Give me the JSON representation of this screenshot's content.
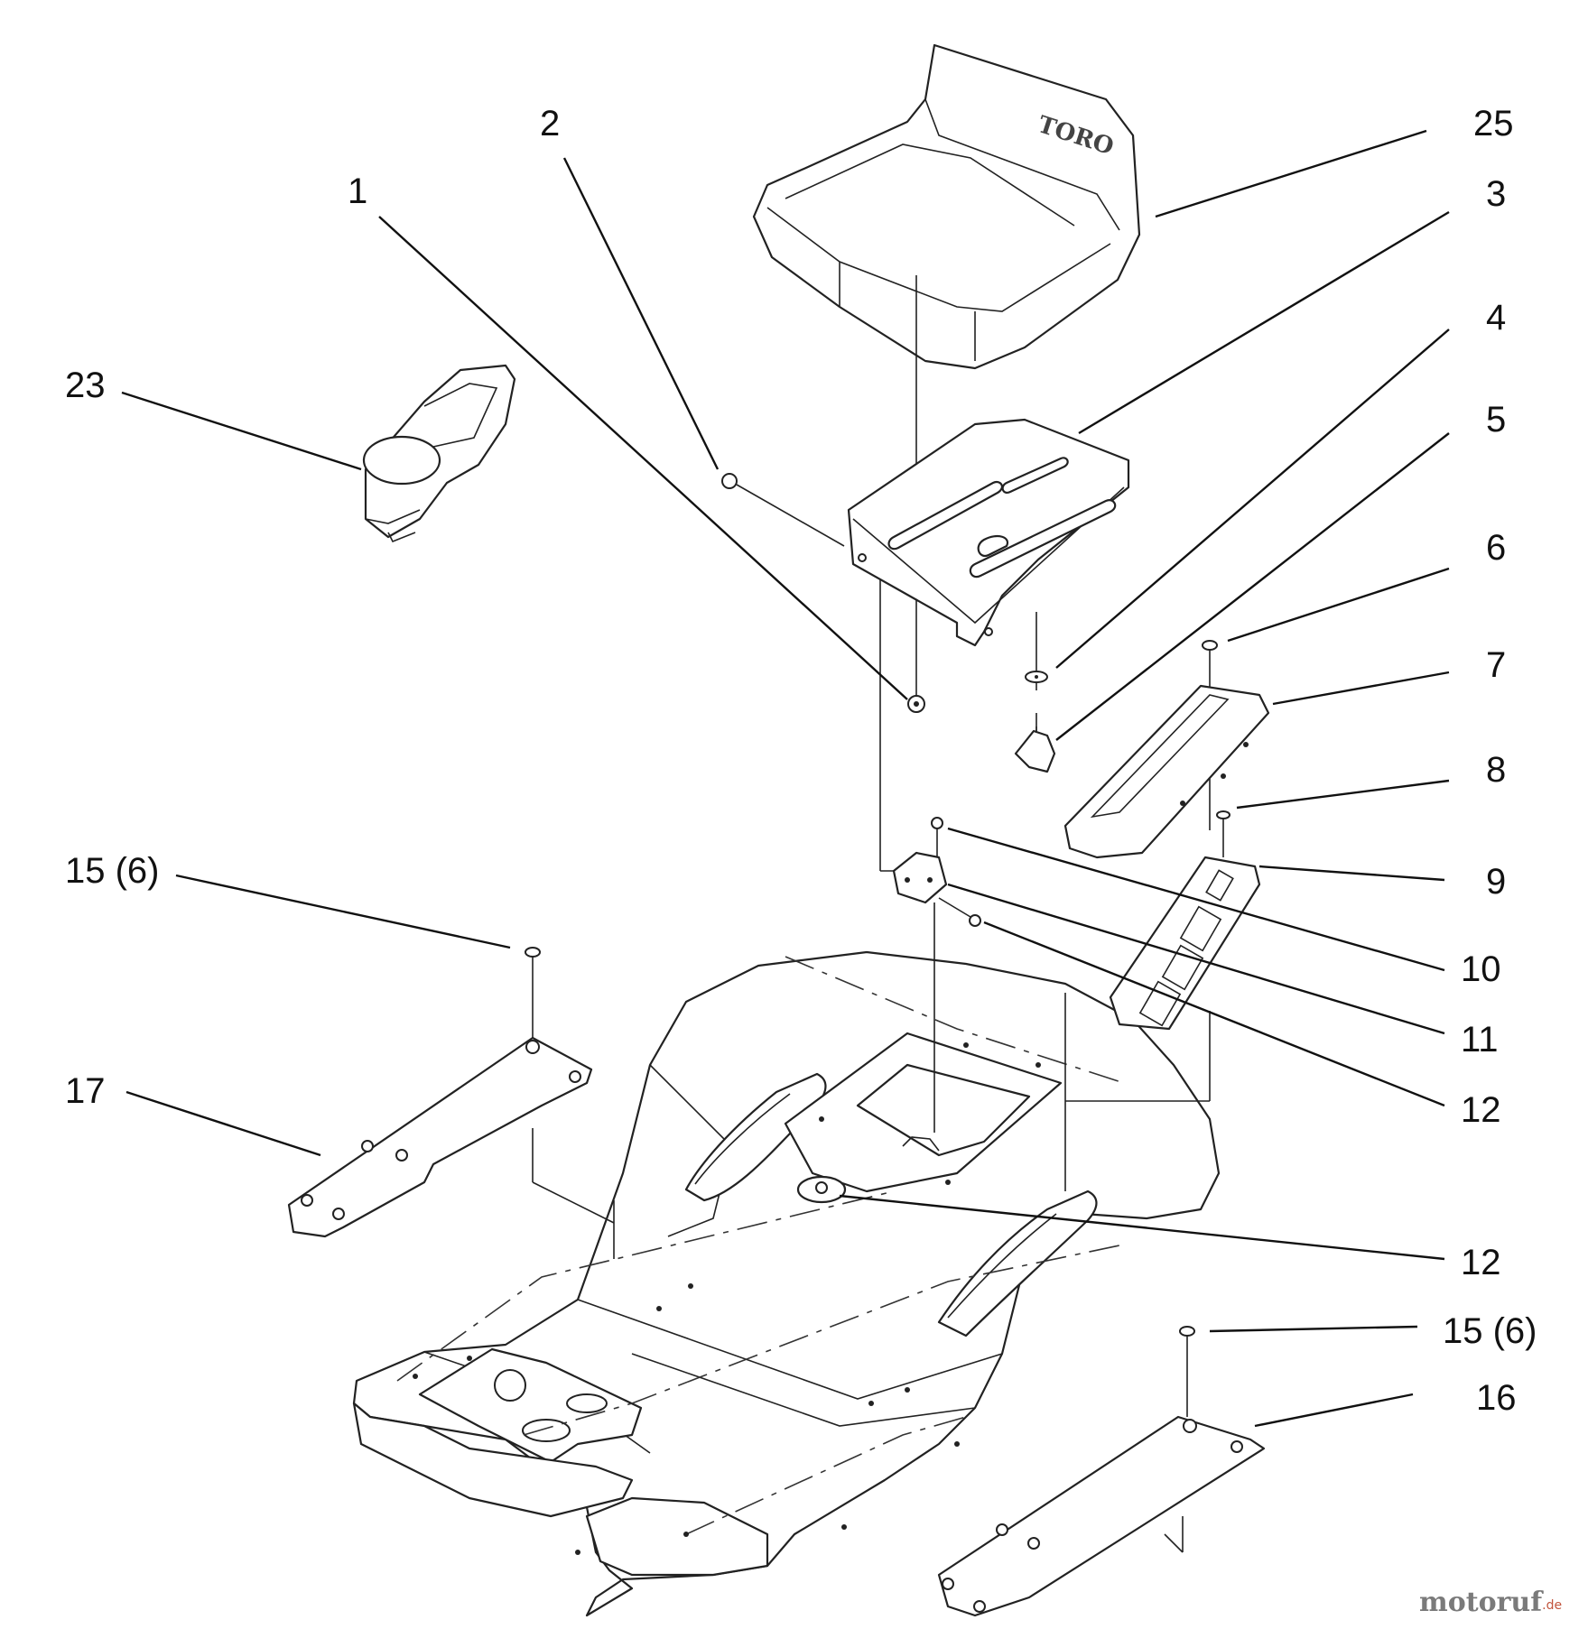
{
  "labels": {
    "p1": "1",
    "p2": "2",
    "p3": "3",
    "p4": "4",
    "p5": "5",
    "p6": "6",
    "p7": "7",
    "p8": "8",
    "p9": "9",
    "p10": "10",
    "p11": "11",
    "p12a": "12",
    "p12b": "12",
    "p15a": "15 (6)",
    "p15b": "15 (6)",
    "p16": "16",
    "p17": "17",
    "p23": "23",
    "p25": "25"
  },
  "seat_logo": "TORO",
  "watermark": {
    "main": "motoruf",
    "suffix": ".de"
  }
}
